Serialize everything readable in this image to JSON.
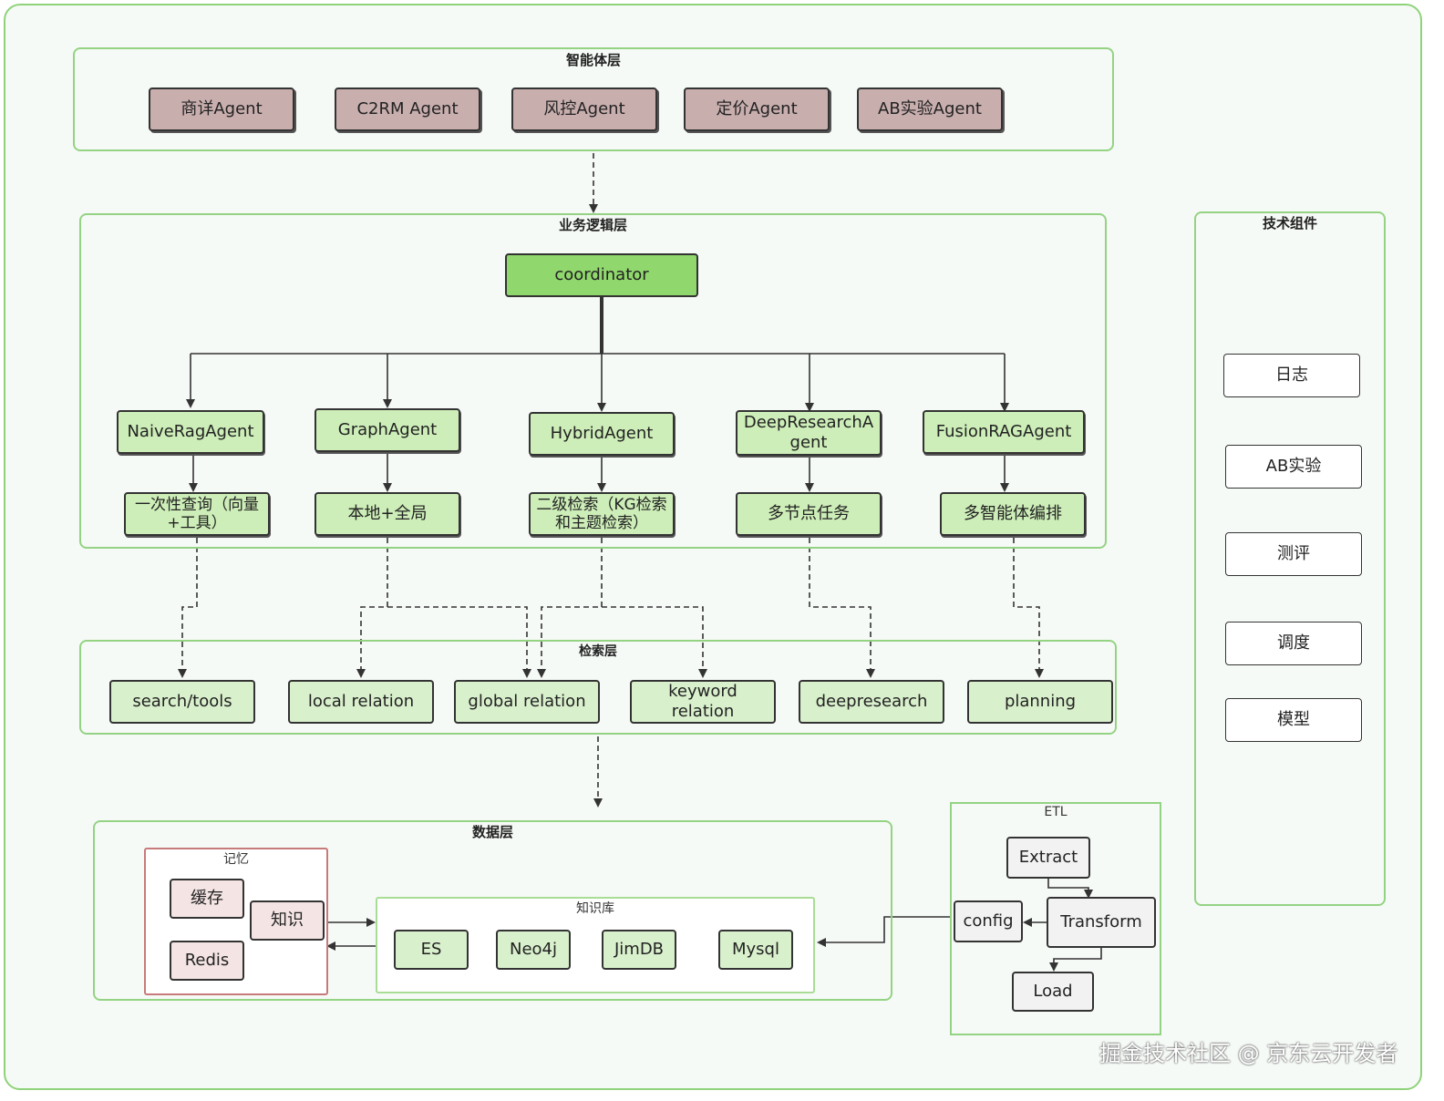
{
  "intelligence_layer": {
    "title": "智能体层",
    "agents": [
      "商详Agent",
      "C2RM Agent",
      "风控Agent",
      "定价Agent",
      "AB实验Agent"
    ]
  },
  "business_layer": {
    "title": "业务逻辑层",
    "coordinator": "coordinator",
    "agents": [
      {
        "name": "NaiveRagAgent",
        "desc": "一次性查询（向量+工具）"
      },
      {
        "name": "GraphAgent",
        "desc": "本地+全局"
      },
      {
        "name": "HybridAgent",
        "desc": "二级检索（KG检索和主题检索）"
      },
      {
        "name": "DeepResearchAgent",
        "desc": "多节点任务"
      },
      {
        "name": "FusionRAGAgent",
        "desc": "多智能体编排"
      }
    ]
  },
  "retrieval_layer": {
    "title": "检索层",
    "items": [
      "search/tools",
      "local relation",
      "global relation",
      "keyword relation",
      "deepresearch",
      "planning"
    ]
  },
  "data_layer": {
    "title": "数据层",
    "memory": {
      "title": "记忆",
      "items": [
        "缓存",
        "知识",
        "Redis"
      ]
    },
    "knowledge_base": {
      "title": "知识库",
      "items": [
        "ES",
        "Neo4j",
        "JimDB",
        "Mysql"
      ]
    }
  },
  "etl": {
    "title": "ETL",
    "extract": "Extract",
    "transform": "Transform",
    "load": "Load",
    "config": "config"
  },
  "tech_components": {
    "title": "技术组件",
    "items": [
      "日志",
      "AB实验",
      "测评",
      "调度",
      "模型"
    ]
  },
  "watermark": "掘金技术社区 @ 京东云开发者",
  "colors": {
    "layer_border": "#94d383",
    "agent_fill": "#c9aeae",
    "coordinator_fill": "#90d76d",
    "green_fill": "#cdeeb8",
    "memory_border": "#c77a7a"
  }
}
